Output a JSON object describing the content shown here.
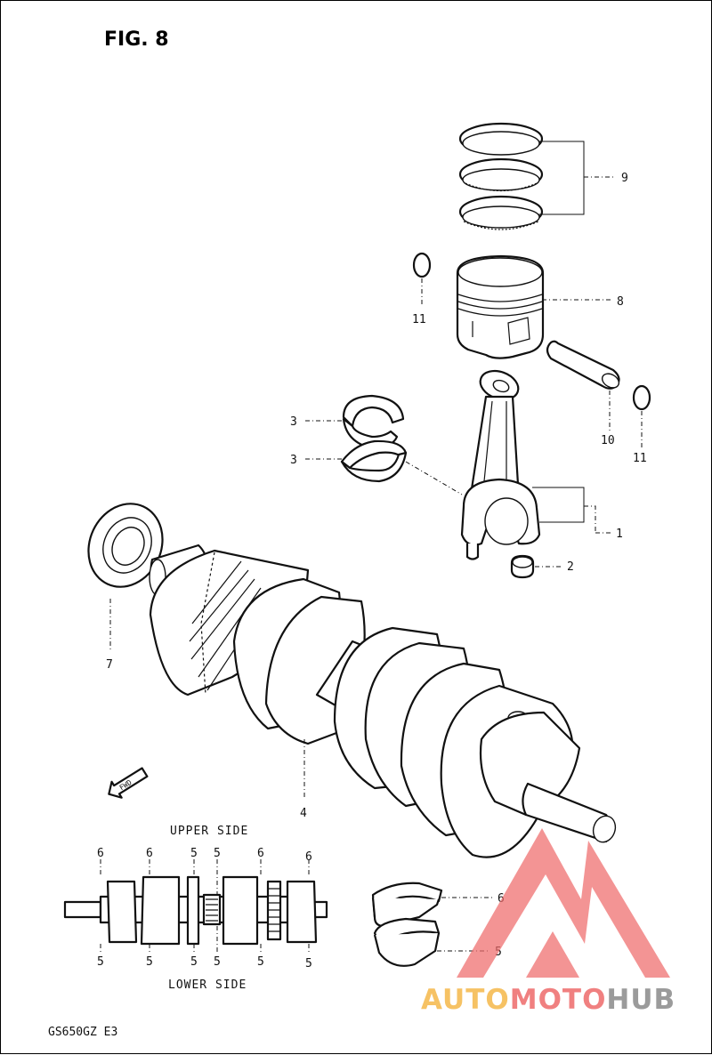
{
  "figure": {
    "title": "FIG. 8",
    "model_code": "GS650GZ E3"
  },
  "callouts": [
    {
      "id": "c9",
      "number": "9"
    },
    {
      "id": "c8",
      "number": "8"
    },
    {
      "id": "c11a",
      "number": "11"
    },
    {
      "id": "c10",
      "number": "10"
    },
    {
      "id": "c11b",
      "number": "11"
    },
    {
      "id": "c3a",
      "number": "3"
    },
    {
      "id": "c3b",
      "number": "3"
    },
    {
      "id": "c1",
      "number": "1"
    },
    {
      "id": "c2",
      "number": "2"
    },
    {
      "id": "c7",
      "number": "7"
    },
    {
      "id": "c4",
      "number": "4"
    },
    {
      "id": "c6",
      "number": "6"
    },
    {
      "id": "c5",
      "number": "5"
    }
  ],
  "bearing_chart": {
    "upper_label": "UPPER SIDE",
    "lower_label": "LOWER SIDE",
    "upper_numbers": [
      "6",
      "6",
      "5",
      "5",
      "6",
      "6"
    ],
    "lower_numbers": [
      "5",
      "5",
      "5",
      "5",
      "5",
      "5"
    ]
  },
  "fwd_marker": "FWD",
  "watermark": {
    "part1": "AUTO",
    "part2": "MOTO",
    "part3": "HUB",
    "colors": {
      "orange": "#f5b84a",
      "red": "#ee6b6b",
      "gray": "#8a8a8a"
    }
  }
}
